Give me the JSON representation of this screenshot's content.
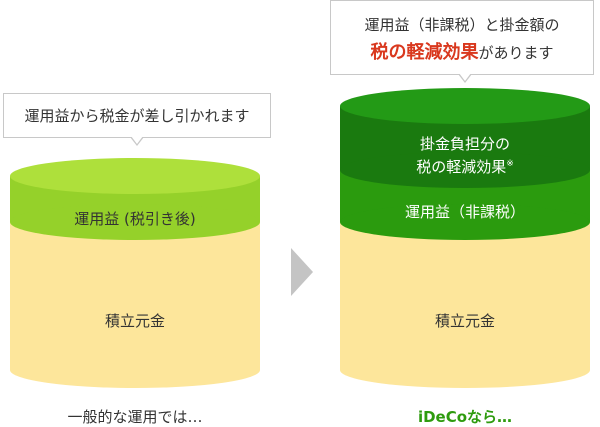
{
  "left": {
    "callout_text": "運用益から税金が差し引かれます",
    "top_segment_label": "運用益 (税引き後)",
    "principal_label": "積立元金",
    "caption": "一般的な運用では…"
  },
  "right": {
    "callout_line1": "運用益（非課税）と掛金額の",
    "callout_emphasis": "税の軽減効果",
    "callout_line2_suffix": "があります",
    "tax_benefit_line1": "掛金負担分の",
    "tax_benefit_line2": "税の軽減効果",
    "tax_benefit_mark": "※",
    "gain_label": "運用益（非課税）",
    "principal_label": "積立元金",
    "caption": "iDeCoなら…"
  },
  "colors": {
    "principal": "#fde69b",
    "gain_light_green": "#95d12a",
    "gain_right_green": "#2b9b0e",
    "benefit_dark_green": "#1a7a0f",
    "arrow_gray": "#c4c4c4",
    "emphasis_red": "#d9381e",
    "caption_green": "#2e9b0e"
  }
}
